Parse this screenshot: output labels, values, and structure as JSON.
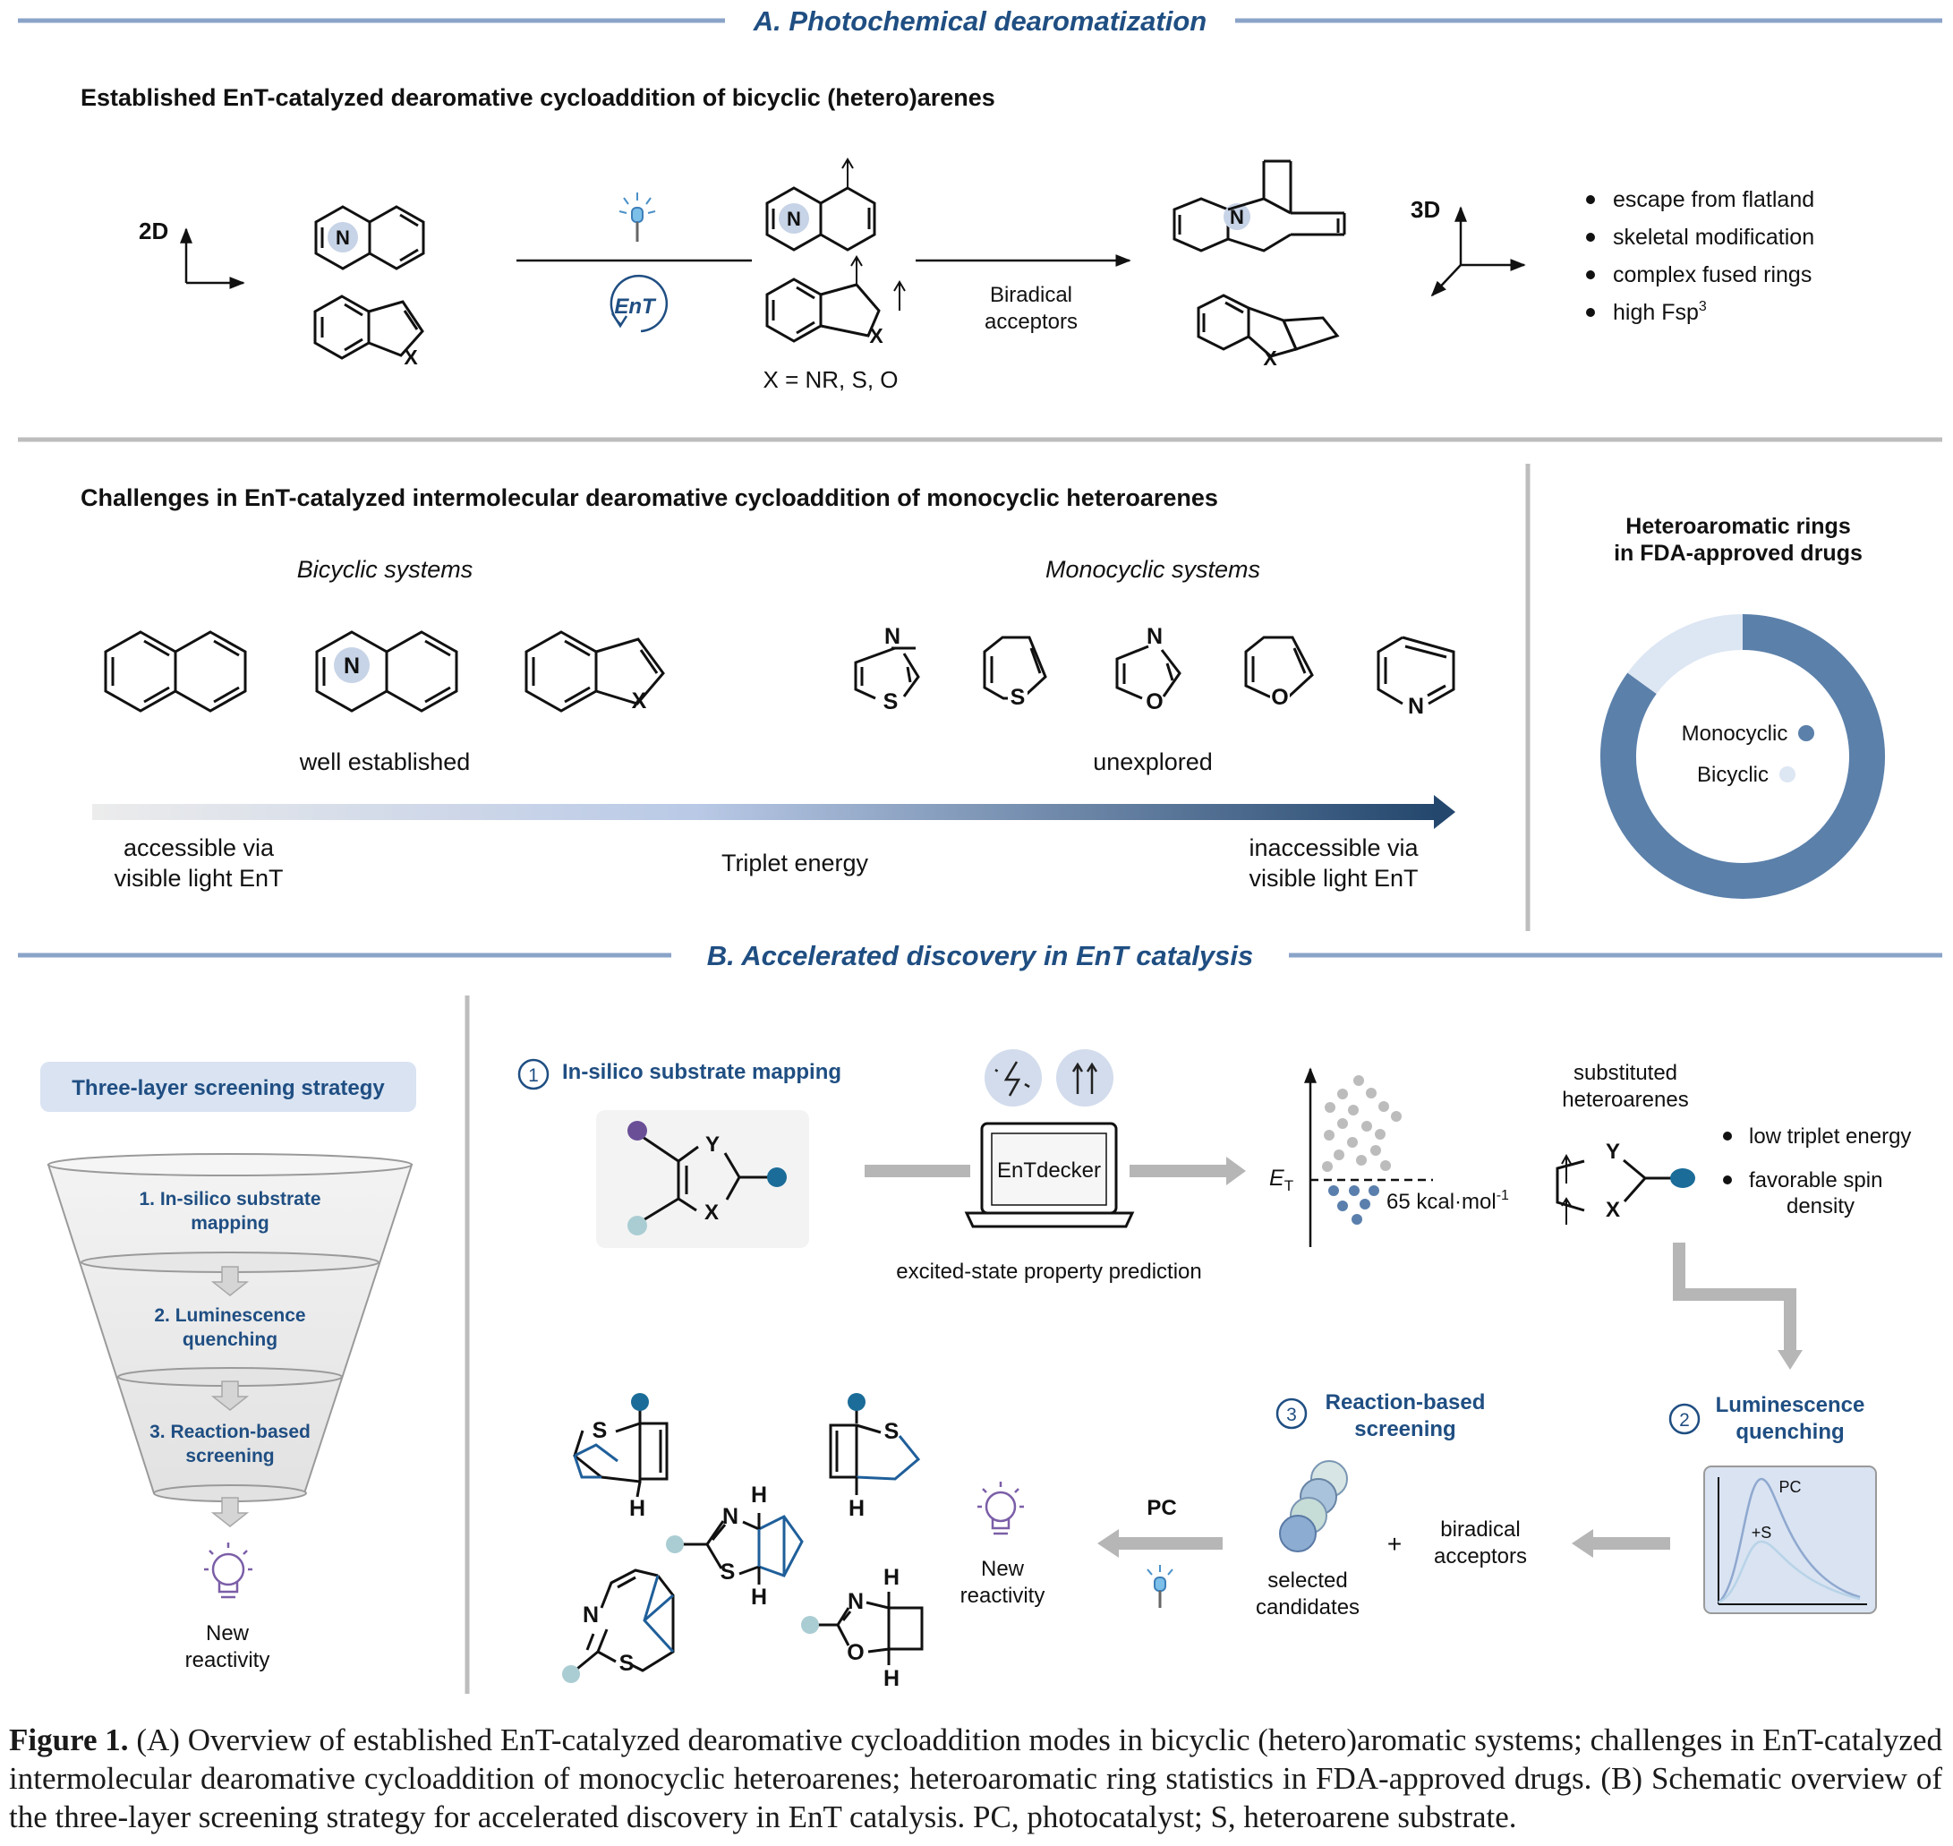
{
  "section_a": {
    "title": "A. Photochemical dearomatization",
    "established_heading": "Established EnT-catalyzed dearomative cycloaddition of bicyclic (hetero)arenes",
    "axis_2d": "2D",
    "axis_3d": "3D",
    "n_label": "N",
    "x_label": "X",
    "ent_label": "EnT",
    "x_definition": "X = NR, S, O",
    "arrow_label_1": "Biradical",
    "arrow_label_2": "acceptors",
    "benefits": [
      "escape from flatland",
      "skeletal modification",
      "complex fused rings",
      "high Fsp"
    ],
    "benefit_superscript": "3",
    "challenges_heading": "Challenges in EnT-catalyzed intermolecular dearomative cycloaddition of monocyclic heteroarenes",
    "bicyclic_label": "Bicyclic systems",
    "monocyclic_label": "Monocyclic systems",
    "hetero_atoms": [
      "N",
      "S",
      "S",
      "N",
      "O",
      "O",
      "N"
    ],
    "well_established": "well established",
    "unexplored": "unexplored",
    "gradient_left_1": "accessible via",
    "gradient_left_2": "visible light EnT",
    "gradient_center": "Triplet energy",
    "gradient_right_1": "inaccessible via",
    "gradient_right_2": "visible light EnT",
    "donut_title_1": "Heteroaromatic rings",
    "donut_title_2": "in FDA-approved drugs",
    "donut_legend_monocyclic": "Monocyclic",
    "donut_legend_bicyclic": "Bicyclic",
    "donut_colors": {
      "monocyclic": "#5b80aa",
      "bicyclic": "#dde6f3"
    }
  },
  "chart_data": {
    "type": "pie",
    "title": "Heteroaromatic rings in FDA-approved drugs",
    "categories": [
      "Monocyclic",
      "Bicyclic"
    ],
    "values": [
      85,
      15
    ],
    "colors": [
      "#5b80aa",
      "#dde6f3"
    ],
    "donut": true
  },
  "section_b": {
    "title": "B. Accelerated discovery in EnT catalysis",
    "strategy_title": "Three-layer screening strategy",
    "funnel_layers": [
      [
        "1. In-silico substrate",
        "mapping"
      ],
      [
        "2. Luminescence",
        "quenching"
      ],
      [
        "3. Reaction-based",
        "screening"
      ]
    ],
    "new_reactivity_1": "New",
    "new_reactivity_2": "reactivity",
    "step1_num": "1",
    "step1_title": "In-silico substrate mapping",
    "y_label": "Y",
    "x_label": "X",
    "laptop_label": "EnTdecker",
    "prediction_label": "excited-state property prediction",
    "et_label": "E",
    "et_sub": "T",
    "threshold_label": "65 kcal·mol",
    "threshold_sup": "-1",
    "substituted_1": "substituted",
    "substituted_2": "heteroarenes",
    "props": [
      [
        "low triplet energy"
      ],
      [
        "favorable spin",
        "density"
      ]
    ],
    "step2_num": "2",
    "step2_title_1": "Luminescence",
    "step2_title_2": "quenching",
    "pc_label": "PC",
    "plus_s_label": "+S",
    "step3_num": "3",
    "step3_title_1": "Reaction-based",
    "step3_title_2": "screening",
    "selected_1": "selected",
    "selected_2": "candidates",
    "plus": "+",
    "biradical_1": "biradical",
    "biradical_2": "acceptors",
    "pc_arrow_label": "PC",
    "product_labels": {
      "s": "S",
      "h": "H",
      "n": "N",
      "o": "O"
    }
  },
  "caption": {
    "figure_label": "Figure 1.",
    "text": " (A) Overview of established EnT-catalyzed dearomative cycloaddition modes in bicyclic (hetero)aromatic systems; challenges in EnT-catalyzed intermolecular dearomative cycloaddition of monocyclic heteroarenes; heteroaromatic ring statistics in FDA-approved drugs. (B) Schematic overview of the three-layer screening strategy for accelerated discovery in EnT catalysis. PC, photocatalyst; S, heteroarene substrate."
  }
}
